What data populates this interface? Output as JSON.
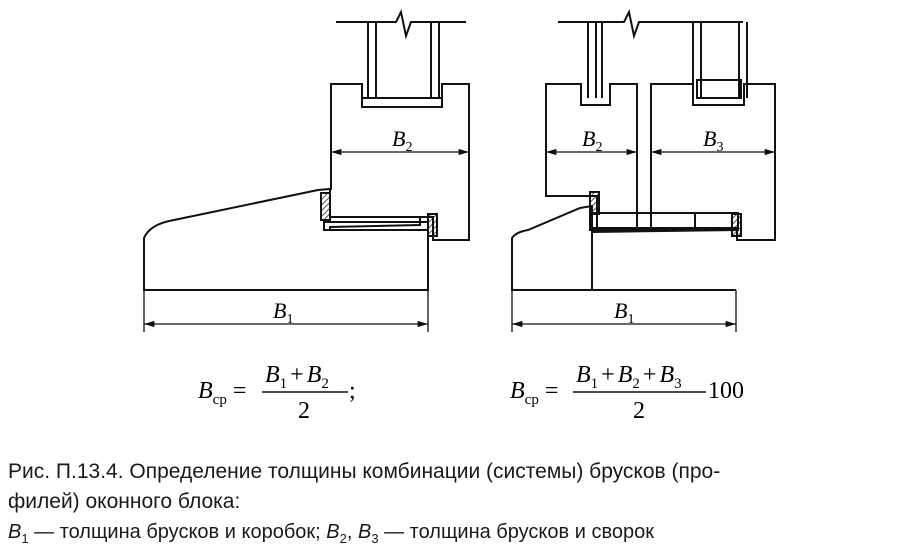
{
  "figure": {
    "left": {
      "b2_label": "B",
      "b2_sub": "2",
      "b1_label": "B",
      "b1_sub": "1",
      "formula": {
        "lhs": "B",
        "lhs_sub": "ср",
        "num_b1": "B",
        "num_b1_sub": "1",
        "plus": "+",
        "num_b2": "B",
        "num_b2_sub": "2",
        "den": "2",
        "tail": ";"
      }
    },
    "right": {
      "b2_label": "B",
      "b2_sub": "2",
      "b3_label": "B",
      "b3_sub": "3",
      "b1_label": "B",
      "b1_sub": "1",
      "formula": {
        "lhs": "B",
        "lhs_sub": "ср",
        "num_b1": "B",
        "num_b1_sub": "1",
        "plus1": "+",
        "num_b2": "B",
        "num_b2_sub": "2",
        "plus2": "+",
        "num_b3": "B",
        "num_b3_sub": "3",
        "den": "2",
        "tail": "100"
      }
    }
  },
  "caption": {
    "line1": "Рис. П.13.4. Определение толщины комбинации (системы) брусков (про-",
    "line2": "филей) оконного блока:"
  },
  "legend": {
    "b1": "B",
    "b1_sub": "1",
    "b1_text": " — толщина брусков и коробок; ",
    "b2": "B",
    "b2_sub": "2",
    "sep": ", ",
    "b3": "B",
    "b3_sub": "3",
    "b23_text": " — толщина брусков и сворок"
  }
}
